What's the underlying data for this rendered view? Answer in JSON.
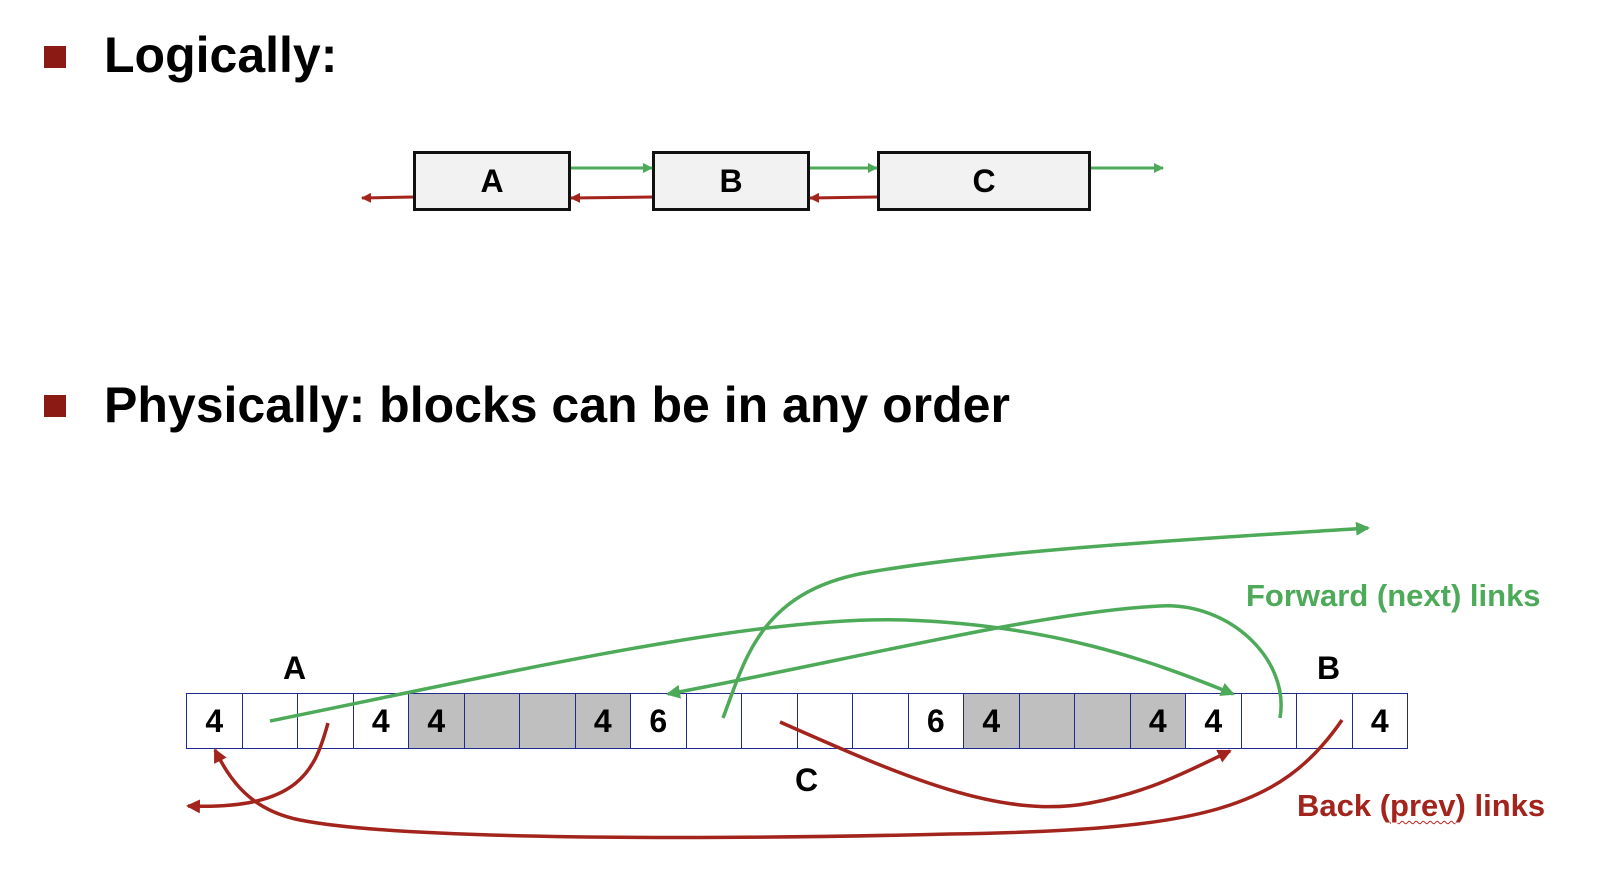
{
  "headings": {
    "logically": "Logically:",
    "physically": "Physically: blocks can be in any order"
  },
  "logical_blocks": [
    "A",
    "B",
    "C"
  ],
  "physical_cells": [
    "4",
    "",
    "",
    "4",
    "4",
    "",
    "",
    "4",
    "6",
    "",
    "",
    "",
    "",
    "6",
    "4",
    "",
    "",
    "4",
    "4",
    "",
    "",
    "4"
  ],
  "physical_shaded": [
    false,
    false,
    false,
    false,
    true,
    true,
    true,
    true,
    false,
    false,
    false,
    false,
    false,
    false,
    true,
    true,
    true,
    true,
    false,
    false,
    false,
    false
  ],
  "block_labels": {
    "a": "A",
    "b": "B",
    "c": "C"
  },
  "legend": {
    "forward": "Forward (next) links",
    "back_prefix": "Back (",
    "back_word": "prev",
    "back_suffix": ") links"
  },
  "colors": {
    "forward": "#4caa58",
    "back": "#a3241c",
    "bullet": "#8b1a14",
    "cell_border": "#1f2b8f",
    "shaded": "#bfbfbf"
  }
}
